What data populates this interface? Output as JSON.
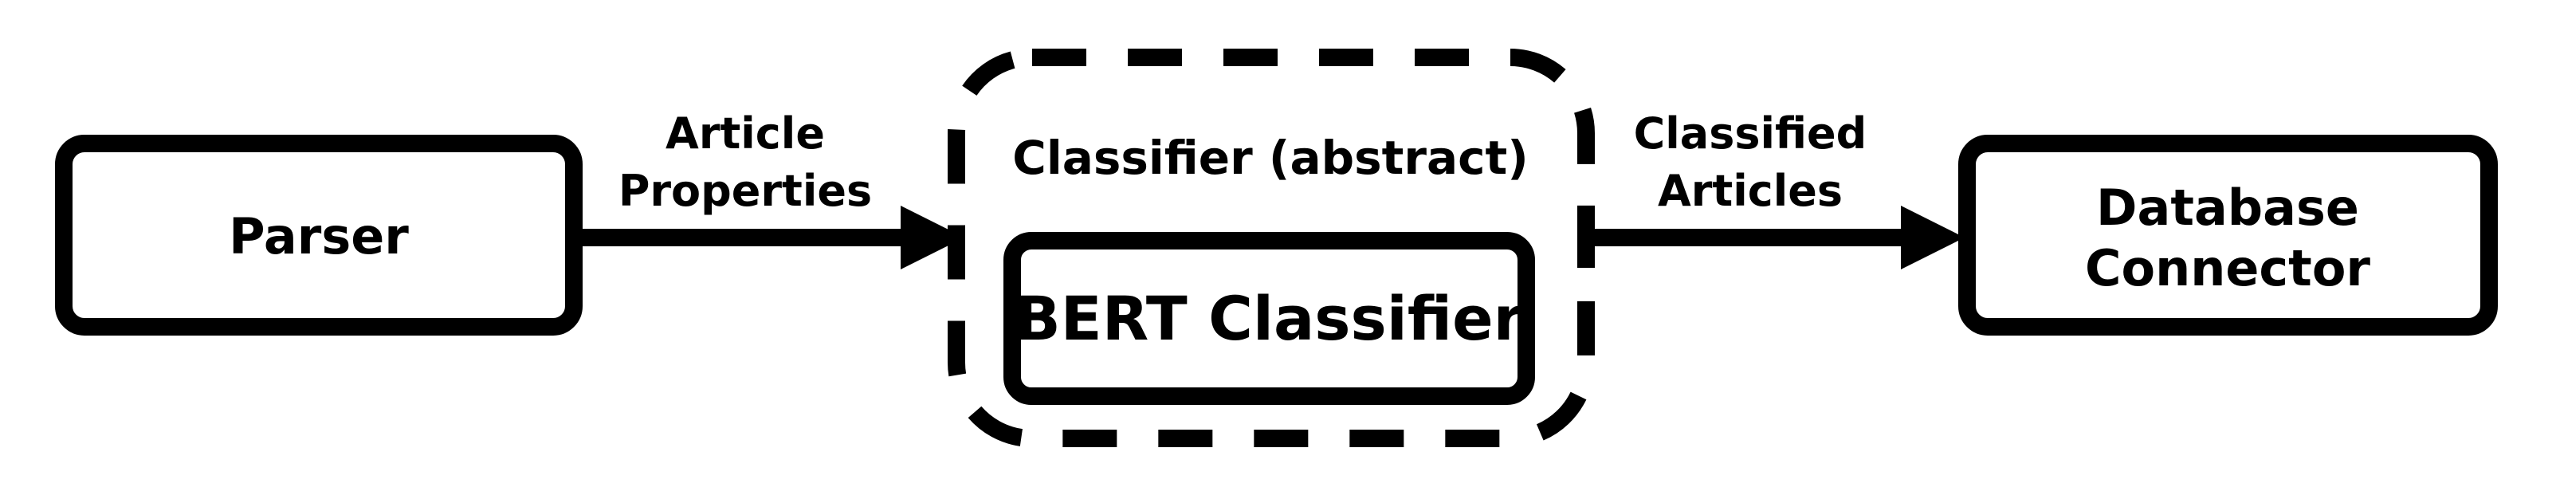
{
  "nodes": {
    "parser": {
      "label": "Parser"
    },
    "classifier_abstract": {
      "label": "Classifier (abstract)"
    },
    "bert_classifier": {
      "label": "BERT Classifier"
    },
    "database_connector": {
      "label_line1": "Database",
      "label_line2": "Connector"
    }
  },
  "edges": {
    "parser_to_classifier": {
      "label_line1": "Article",
      "label_line2": "Properties"
    },
    "classifier_to_database": {
      "label_line1": "Classified",
      "label_line2": "Articles"
    }
  },
  "colors": {
    "stroke": "#000000",
    "background": "#ffffff"
  }
}
